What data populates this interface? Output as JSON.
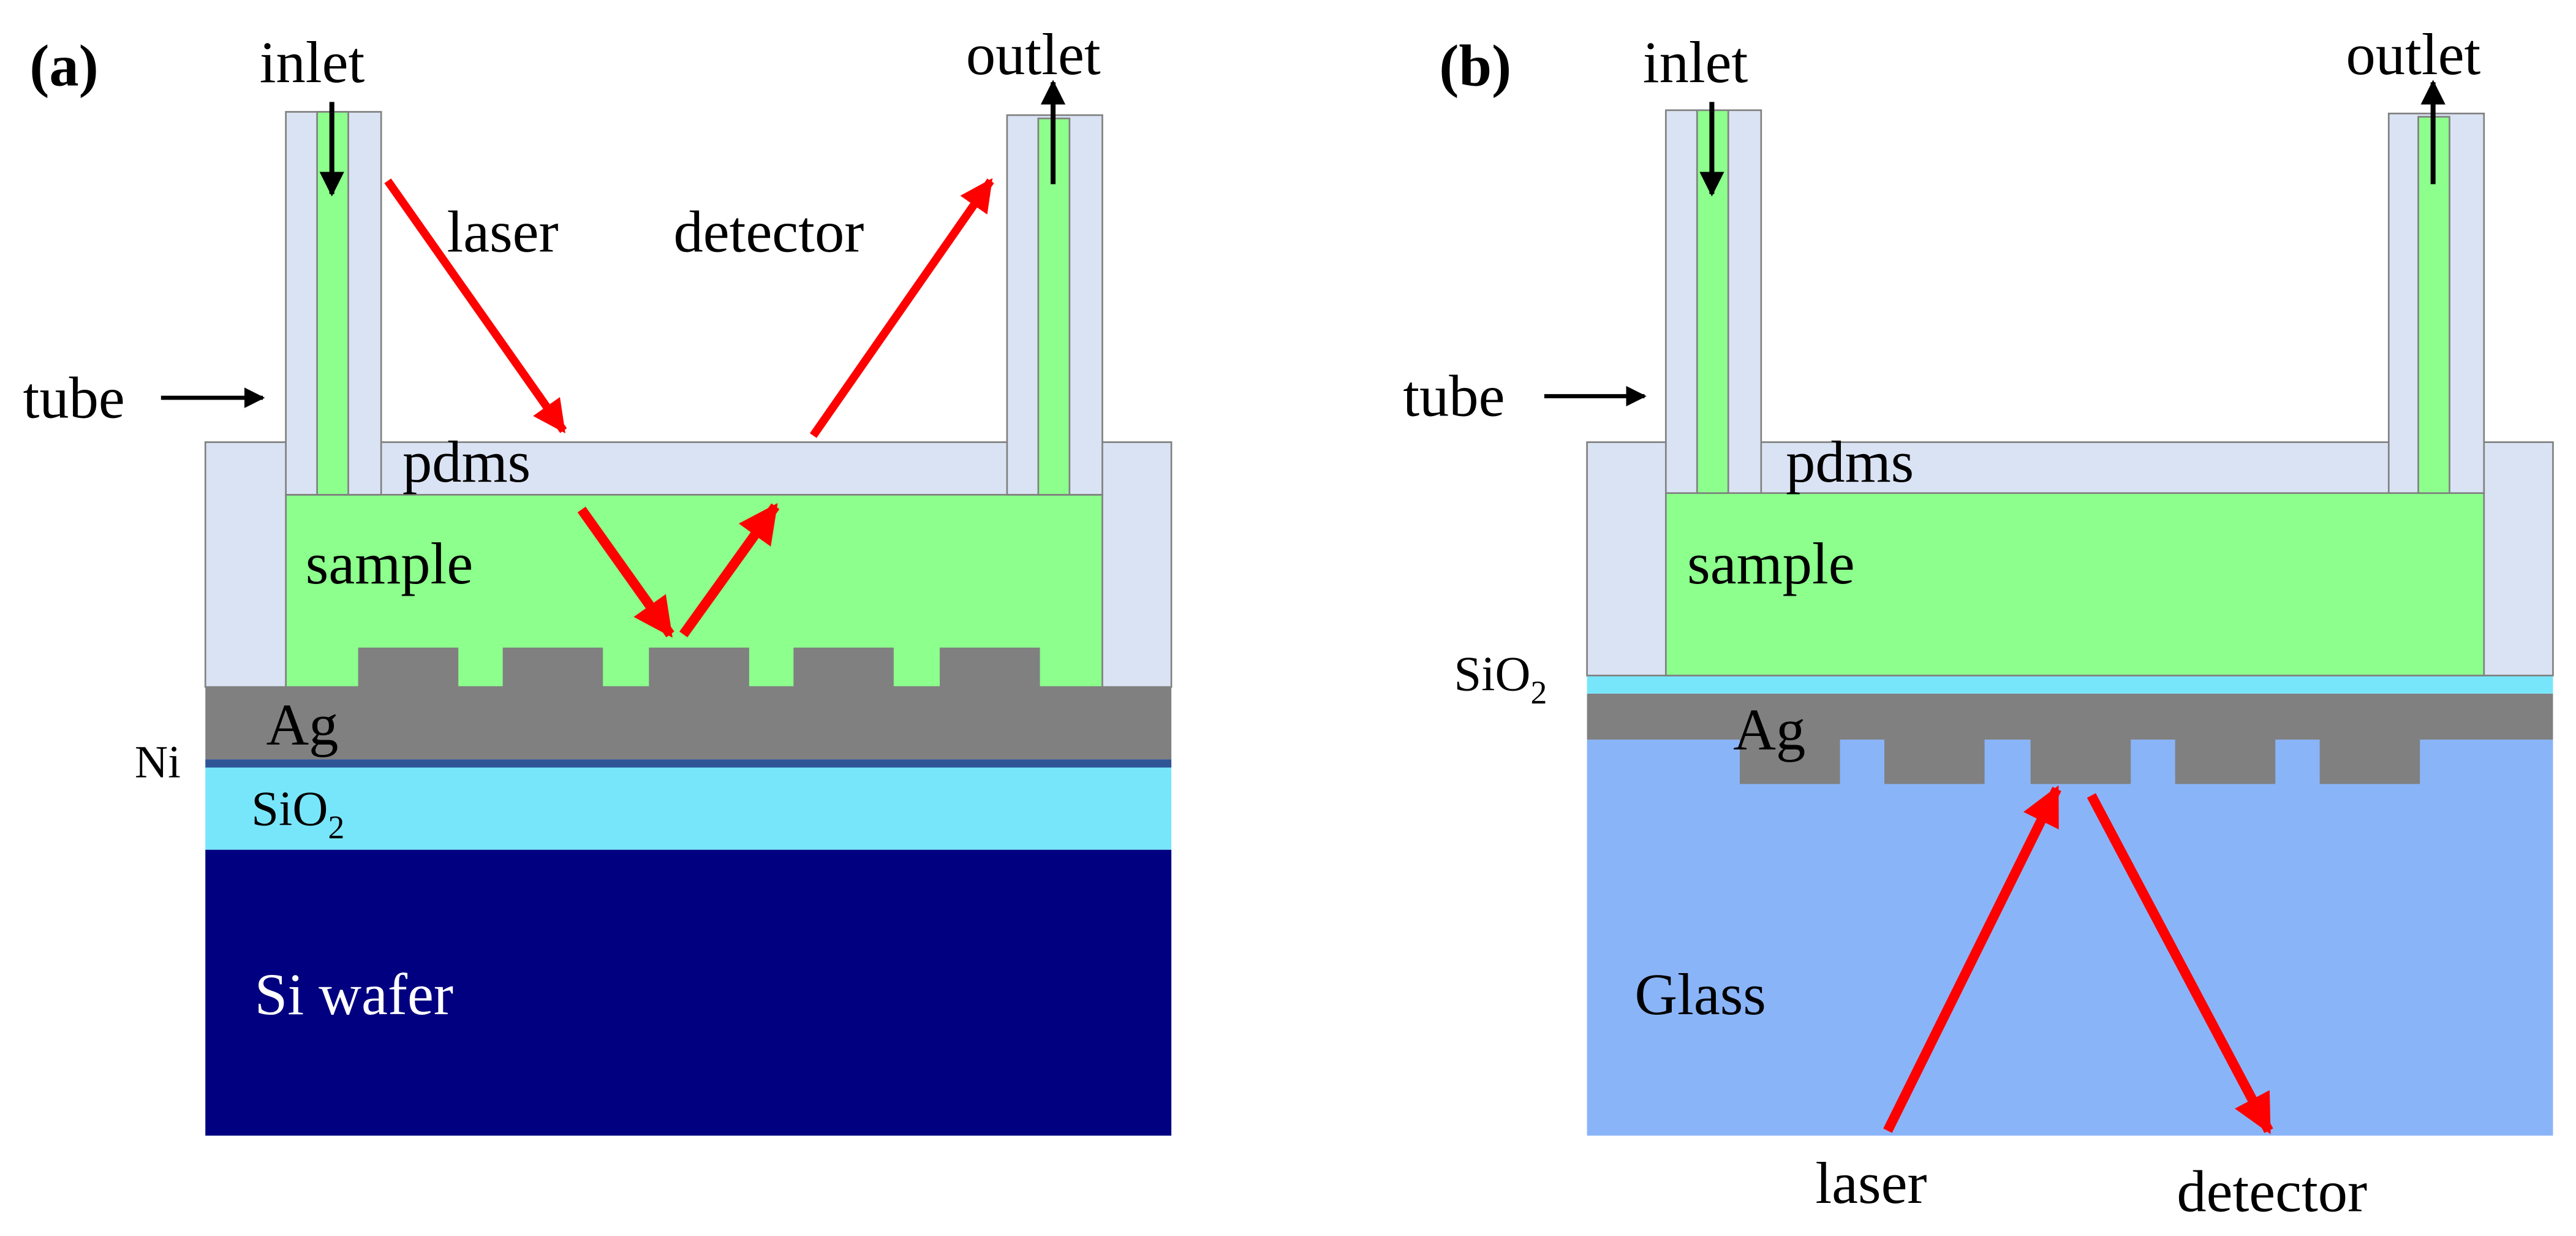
{
  "colors": {
    "pdms": "#DAE3F3",
    "sample": "#8CFF8C",
    "ag": "#808080",
    "ni": "#2F5597",
    "sio2": "#78E6FA",
    "si_wafer": "#000080",
    "glass": "#8AB4F8",
    "beam": "#FF0000",
    "outline": "#808080"
  },
  "panel_a": {
    "tag": "(a)",
    "inlet": "inlet",
    "outlet": "outlet",
    "laser": "laser",
    "detector": "detector",
    "tube": "tube",
    "pdms": "pdms",
    "sample": "sample",
    "ag": "Ag",
    "ni": "Ni",
    "sio2_main": "SiO",
    "sio2_sub": "2",
    "substrate": "Si wafer"
  },
  "panel_b": {
    "tag": "(b)",
    "inlet": "inlet",
    "outlet": "outlet",
    "laser": "laser",
    "detector": "detector",
    "tube": "tube",
    "pdms": "pdms",
    "sample": "sample",
    "ag": "Ag",
    "sio2_main": "SiO",
    "sio2_sub": "2",
    "substrate": "Glass"
  }
}
